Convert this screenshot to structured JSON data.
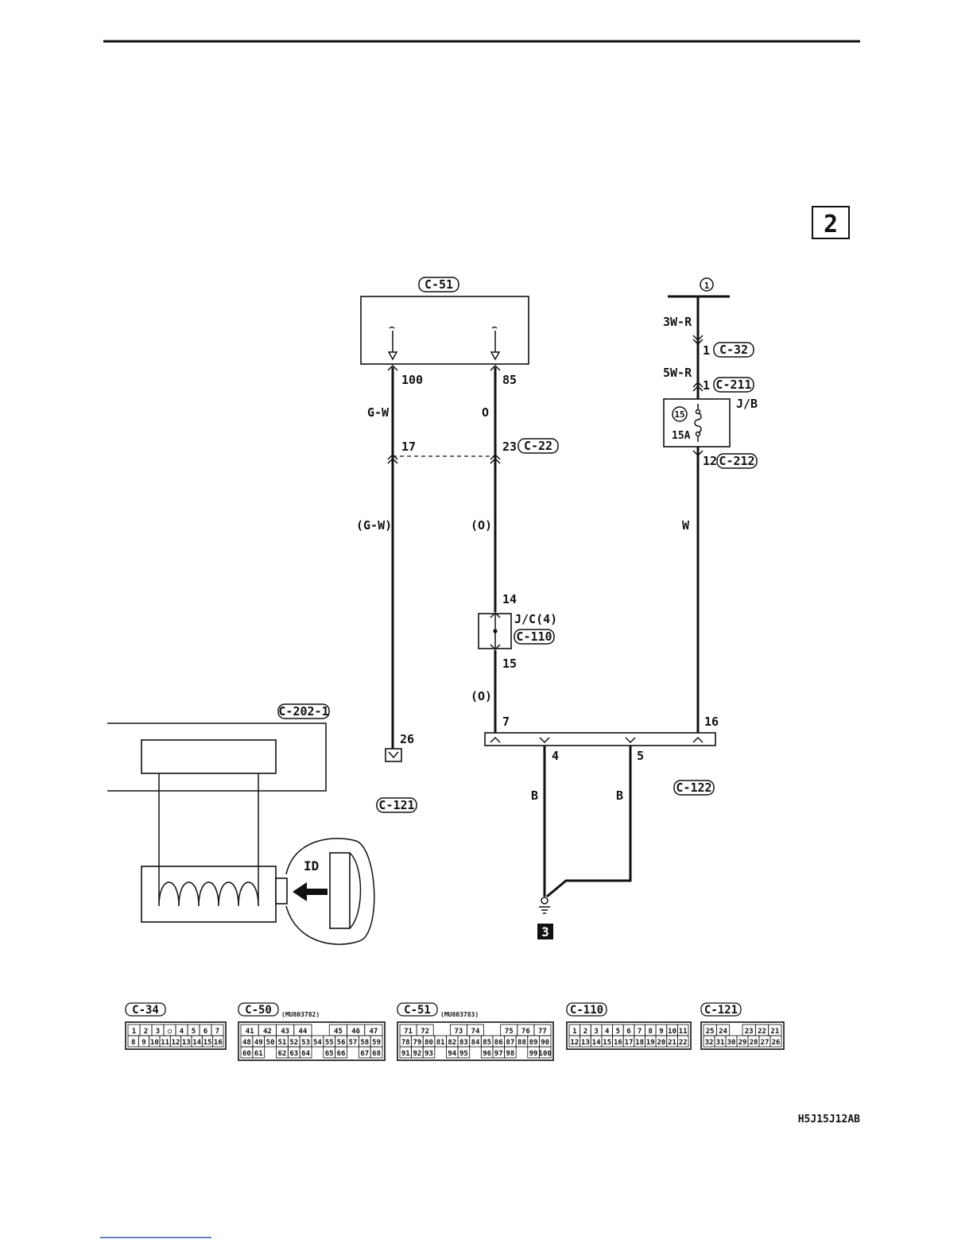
{
  "page": {
    "sheet_number": "2",
    "figure_code": "H5J15J12AB"
  },
  "ecu": {
    "connector": "C-51",
    "pin_a": "100",
    "pin_b": "85"
  },
  "wires": {
    "gw": "G-W",
    "gw_paren": "(G-W)",
    "o": "O",
    "o_paren": "(O)",
    "o_paren_2": "(O)",
    "w3r": "3W-R",
    "w5r": "5W-R",
    "w": "W",
    "b1": "B",
    "b2": "B"
  },
  "connectors": {
    "c22_left_pin": "17",
    "c22_right_pin": "23",
    "c22": "C-22",
    "c32_pin": "1",
    "c32": "C-32",
    "c211_pin": "1",
    "c211": "C-211",
    "c212_pin": "12",
    "c212": "C-212",
    "c110": "C-110",
    "c110_pin_top": "14",
    "c110_pin_bottom": "15",
    "c121": "C-121",
    "c121_pin": "26",
    "c122": "C-122",
    "c122_pin_7": "7",
    "c122_pin_16": "16",
    "c122_pin_4": "4",
    "c122_pin_5": "5",
    "c202": "C-202-1"
  },
  "power": {
    "source_marker": "1"
  },
  "junction_block": {
    "label": "J/B",
    "fuse_number": "15",
    "fuse_rating": "15A"
  },
  "joint_connector": {
    "label": "J/C(4)"
  },
  "antenna": {
    "key_label": "ID"
  },
  "ground": {
    "marker": "3"
  },
  "legend": [
    {
      "name": "C-34",
      "part": "",
      "rows": [
        [
          "1",
          "2",
          "3",
          "○",
          "4",
          "5",
          "6",
          "7"
        ],
        [
          "8",
          "9",
          "10",
          "11",
          "12",
          "13",
          "14",
          "15",
          "16"
        ]
      ]
    },
    {
      "name": "C-50",
      "part": "(MU803782)",
      "rows": [
        [
          "41",
          "42",
          "43",
          "44",
          "",
          "45",
          "46",
          "47"
        ],
        [
          "48",
          "49",
          "50",
          "51",
          "52",
          "53",
          "54",
          "55",
          "56",
          "57",
          "58",
          "59"
        ],
        [
          "60",
          "61",
          "",
          "62",
          "63",
          "64",
          "",
          "65",
          "66",
          "",
          "67",
          "68"
        ]
      ]
    },
    {
      "name": "C-51",
      "part": "(MU803783)",
      "rows": [
        [
          "71",
          "72",
          "",
          "73",
          "74",
          "",
          "75",
          "76",
          "77"
        ],
        [
          "78",
          "79",
          "80",
          "81",
          "82",
          "83",
          "84",
          "85",
          "86",
          "87",
          "88",
          "89",
          "90"
        ],
        [
          "91",
          "92",
          "93",
          "",
          "94",
          "95",
          "",
          "96",
          "97",
          "98",
          "",
          "99",
          "100"
        ]
      ]
    },
    {
      "name": "C-110",
      "part": "",
      "rows": [
        [
          "1",
          "2",
          "3",
          "4",
          "5",
          "6",
          "7",
          "8",
          "9",
          "10",
          "11"
        ],
        [
          "12",
          "13",
          "14",
          "15",
          "16",
          "17",
          "18",
          "19",
          "20",
          "21",
          "22"
        ]
      ]
    },
    {
      "name": "C-121",
      "part": "",
      "rows": [
        [
          "25",
          "24",
          "",
          "23",
          "22",
          "21"
        ],
        [
          "32",
          "31",
          "30",
          "29",
          "28",
          "27",
          "26"
        ]
      ]
    }
  ]
}
